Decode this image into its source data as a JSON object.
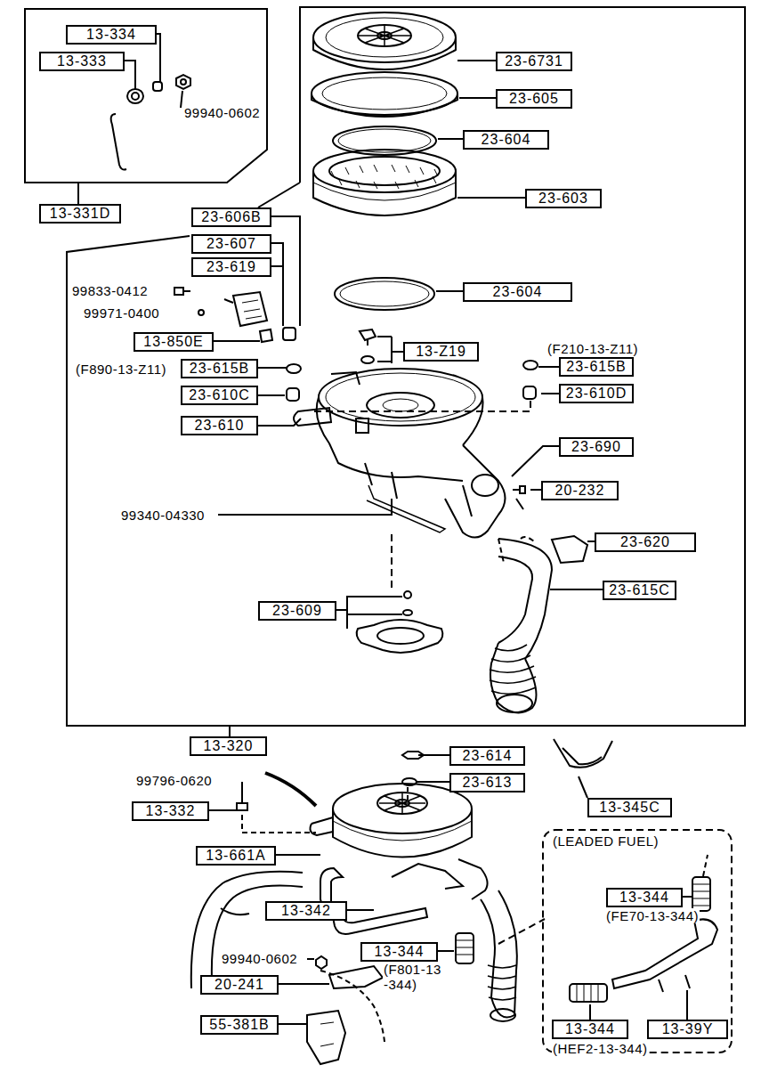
{
  "diagram": {
    "nodes": [
      {
        "text": [
          "13-334"
        ]
      },
      {
        "text": [
          "13-333"
        ]
      },
      {
        "text": [
          "13-331D"
        ]
      },
      {
        "text": [
          "23-6731"
        ]
      },
      {
        "text": [
          "23-605"
        ]
      },
      {
        "text": [
          "23-604"
        ]
      },
      {
        "text": [
          "23-603"
        ]
      },
      {
        "text": [
          "23-606B"
        ]
      },
      {
        "text": [
          "23-607"
        ]
      },
      {
        "text": [
          "23-619"
        ]
      },
      {
        "text": [
          "23-604"
        ]
      },
      {
        "text": [
          "13-850E"
        ]
      },
      {
        "text": [
          "13-Z19"
        ]
      },
      {
        "text": [
          "23-615B"
        ]
      },
      {
        "text": [
          "23-615B"
        ]
      },
      {
        "text": [
          "23-610C"
        ]
      },
      {
        "text": [
          "23-610D"
        ]
      },
      {
        "text": [
          "23-610"
        ]
      },
      {
        "text": [
          "23-690"
        ]
      },
      {
        "text": [
          "20-232"
        ]
      },
      {
        "text": [
          "23-620"
        ]
      },
      {
        "text": [
          "23-615C"
        ]
      },
      {
        "text": [
          "23-609"
        ]
      },
      {
        "text": [
          "13-320"
        ]
      },
      {
        "text": [
          "23-614"
        ]
      },
      {
        "text": [
          "23-613"
        ]
      },
      {
        "text": [
          "13-332"
        ]
      },
      {
        "text": [
          "13-345C"
        ]
      },
      {
        "text": [
          "13-661A"
        ]
      },
      {
        "text": [
          "13-342"
        ]
      },
      {
        "text": [
          "13-344"
        ]
      },
      {
        "text": [
          "13-344"
        ]
      },
      {
        "text": [
          "20-241"
        ]
      },
      {
        "text": [
          "55-381B"
        ]
      },
      {
        "text": [
          "13-344"
        ]
      },
      {
        "text": [
          "13-39Y"
        ]
      }
    ],
    "labels": [
      "99940-0602",
      "99833-0412",
      "99971-0400",
      "(F890-13-Z11)",
      "(F210-13-Z11)",
      "99340-04330",
      "99796-0620",
      "(LEADED FUEL)",
      "(FE70-13-344)",
      "99940-0602",
      "(F801-13 -344)",
      "(HEF2-13-344)"
    ]
  }
}
